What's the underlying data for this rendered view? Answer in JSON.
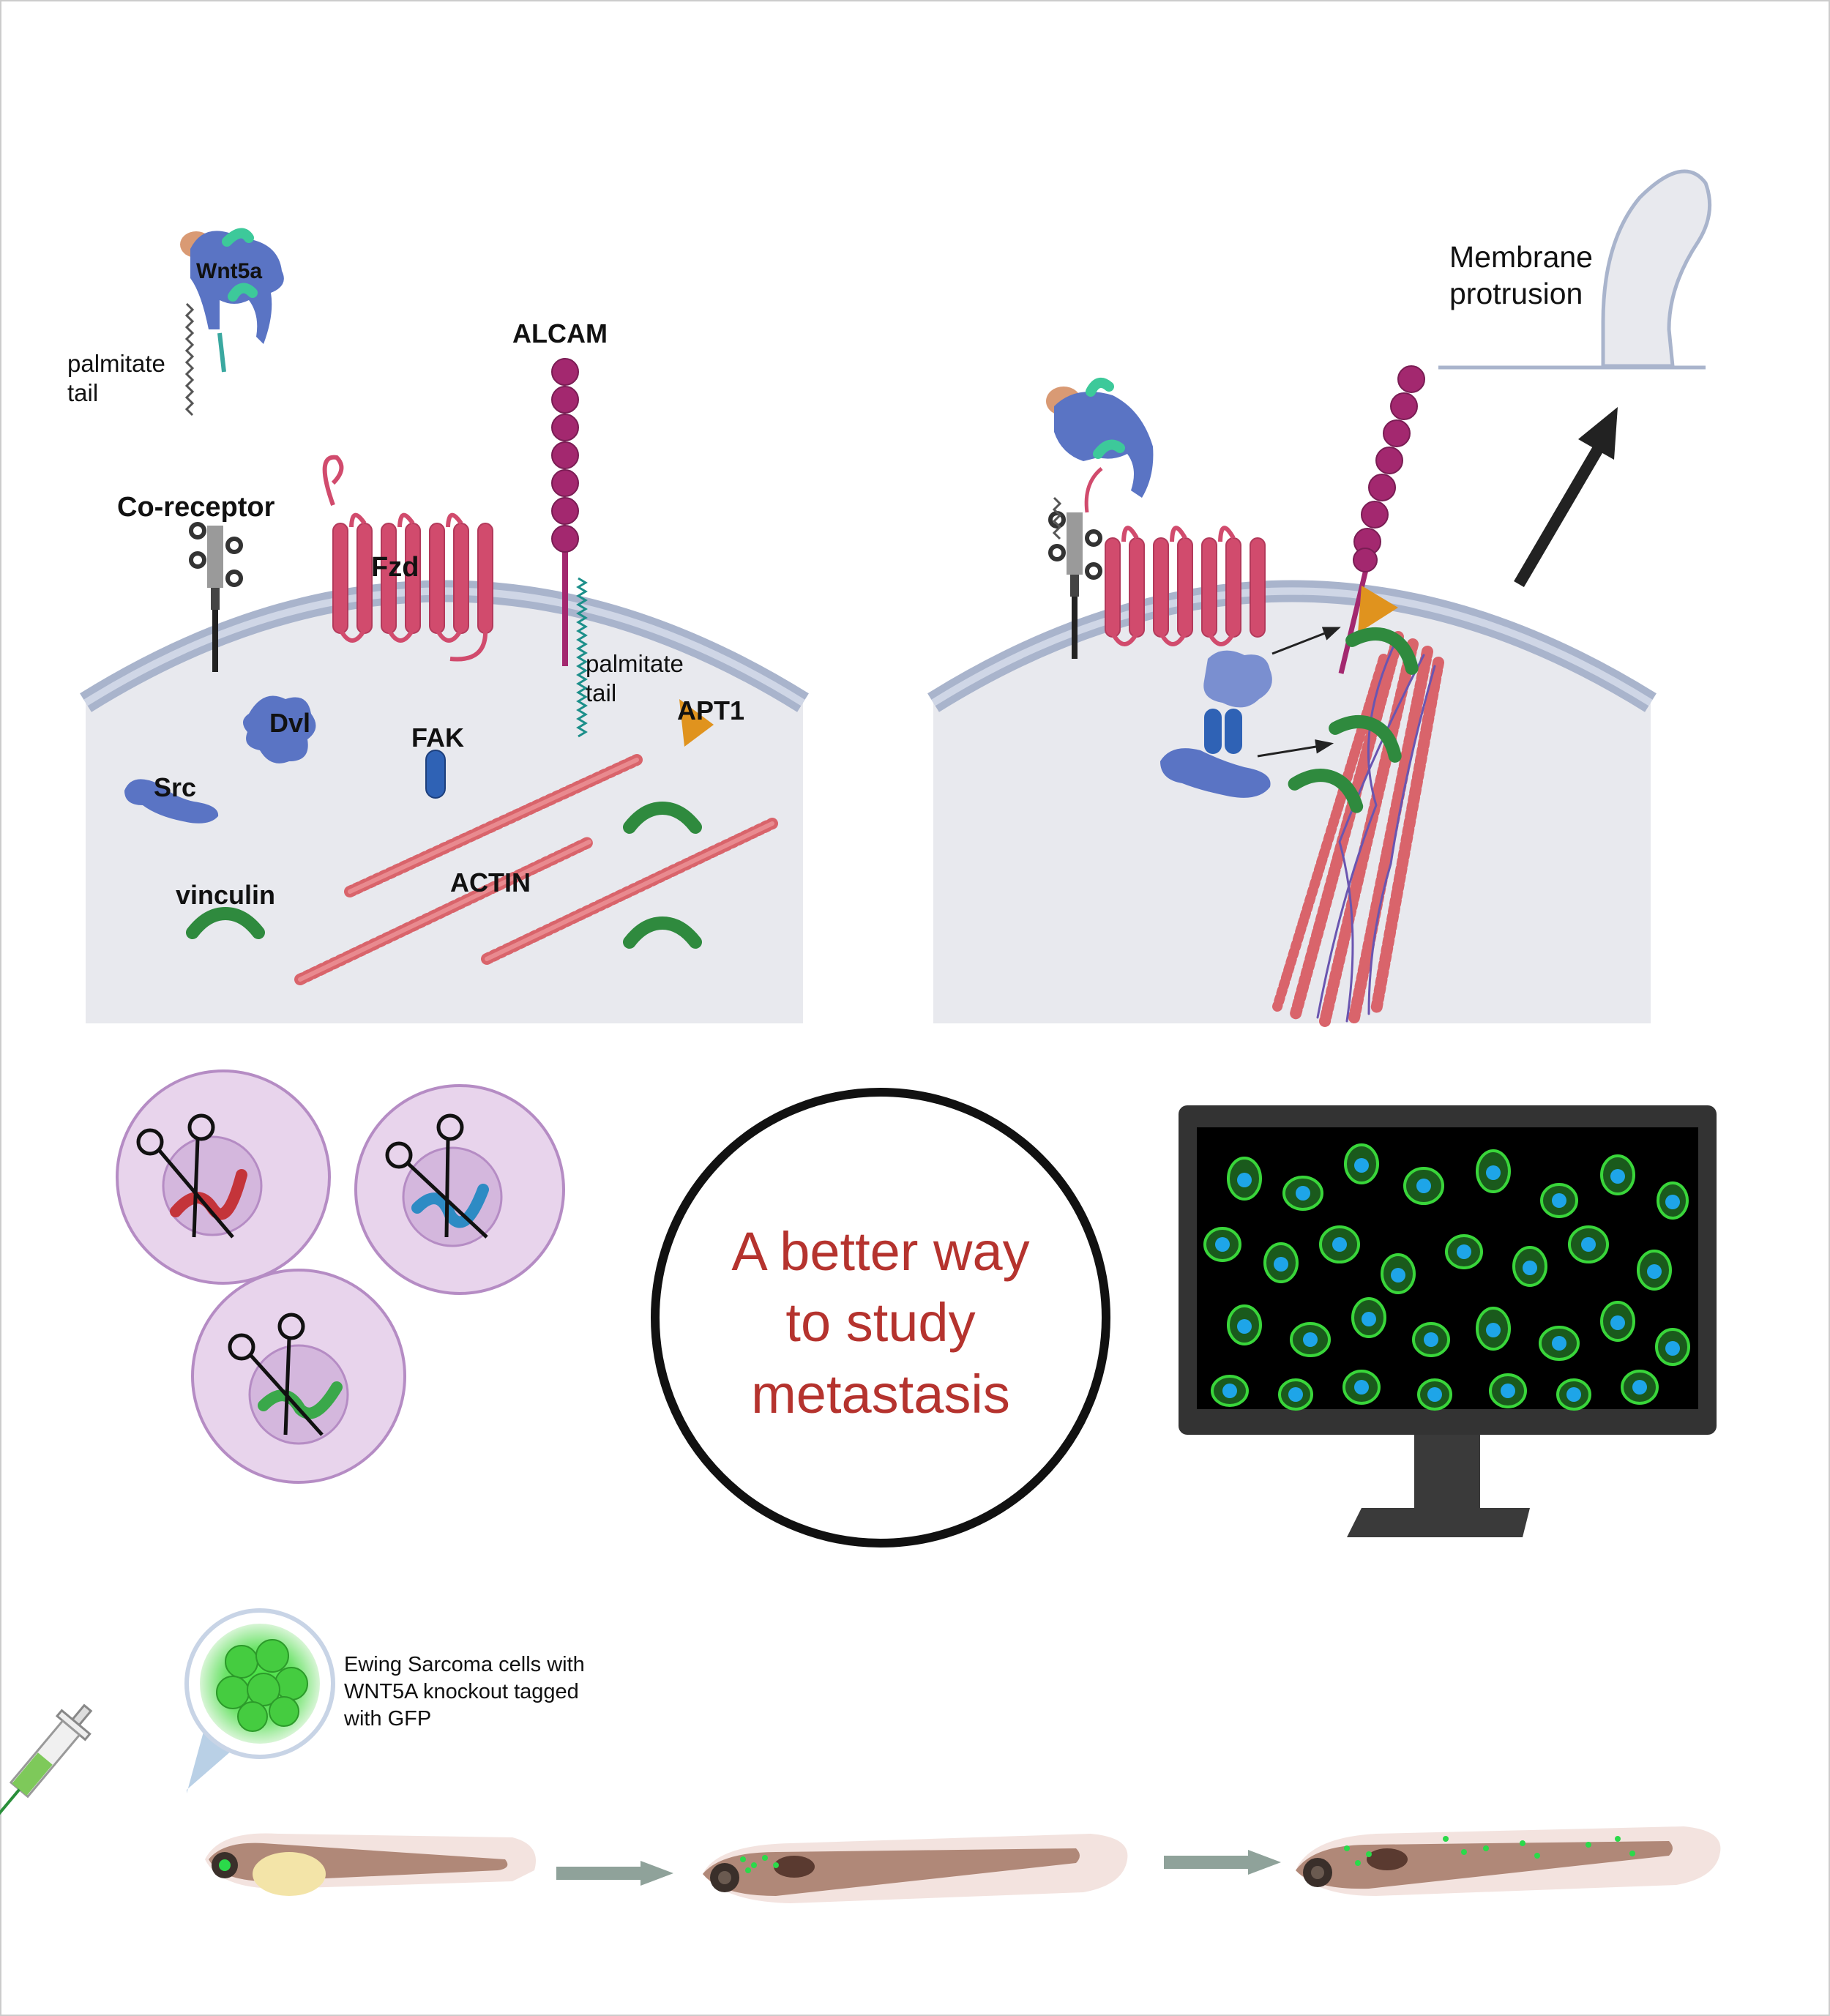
{
  "left_panel": {
    "wnt5a": "Wnt5a",
    "palmitate_tail_1": [
      "palmitate",
      "tail"
    ],
    "coreceptor": "Co-receptor",
    "fzd": "Fzd",
    "alcam": "ALCAM",
    "palmitate_tail_2": [
      "palmitate",
      "tail"
    ],
    "dvl": "Dvl",
    "fak": "FAK",
    "apt1": "APT1",
    "src": "Src",
    "actin": "ACTIN",
    "vinculin": "vinculin"
  },
  "right_panel": {
    "membrane_protrusion": [
      "Membrane",
      "protrusion"
    ]
  },
  "center_circle": {
    "lines": [
      "A better way",
      "to study",
      "metastasis"
    ],
    "text_color": "#b5332e"
  },
  "zebrafish": {
    "caption": [
      "Ewing Sarcoma cells with",
      "WNT5A knockout tagged",
      "with GFP"
    ]
  },
  "colors": {
    "cell_fill": "#e8e9ee",
    "membrane": "#a9b4cc",
    "fzd": "#d14b6d",
    "alcam": "#a3286f",
    "protein_blue": "#5a74c4",
    "vinculin": "#2f8a3e",
    "actin": "#d9646b",
    "apt1": "#e0931e",
    "gfp": "#39d63a",
    "nucleus": "#1ea5e8"
  }
}
